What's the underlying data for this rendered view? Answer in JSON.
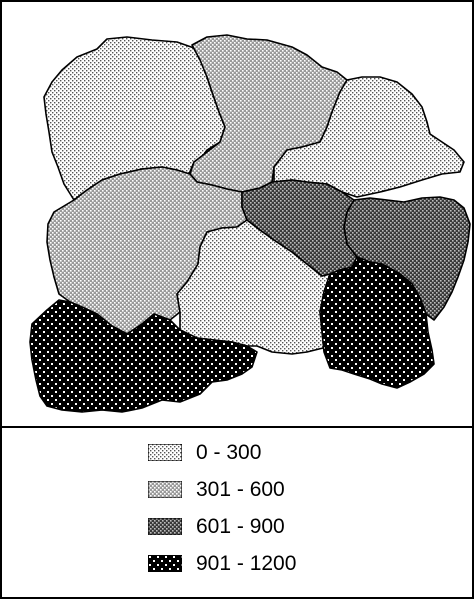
{
  "map": {
    "regions": [
      {
        "id": "northwest",
        "class_index": 0
      },
      {
        "id": "north-central",
        "class_index": 1
      },
      {
        "id": "northeast",
        "class_index": 0
      },
      {
        "id": "west",
        "class_index": 1
      },
      {
        "id": "central",
        "class_index": 0
      },
      {
        "id": "east",
        "class_index": 2
      },
      {
        "id": "far-east",
        "class_index": 2
      },
      {
        "id": "southwest",
        "class_index": 3
      },
      {
        "id": "southeast",
        "class_index": 3
      }
    ]
  },
  "legend": {
    "items": [
      {
        "label": "0 - 300",
        "pattern": "dots-light"
      },
      {
        "label": "301 - 600",
        "pattern": "dots-medium"
      },
      {
        "label": "601 - 900",
        "pattern": "dots-dark"
      },
      {
        "label": "901 - 1200",
        "pattern": "dots-black"
      }
    ]
  },
  "colors": {
    "outline": "#000000",
    "background": "#ffffff",
    "class_0_base": "#ffffff",
    "class_0_dot": "#555555",
    "class_1_base": "#9a9a9a",
    "class_1_dot": "#ffffff",
    "class_2_base": "#3a3a3a",
    "class_2_dot": "#bdbdbd",
    "class_3_base": "#000000",
    "class_3_dot": "#ffffff"
  }
}
